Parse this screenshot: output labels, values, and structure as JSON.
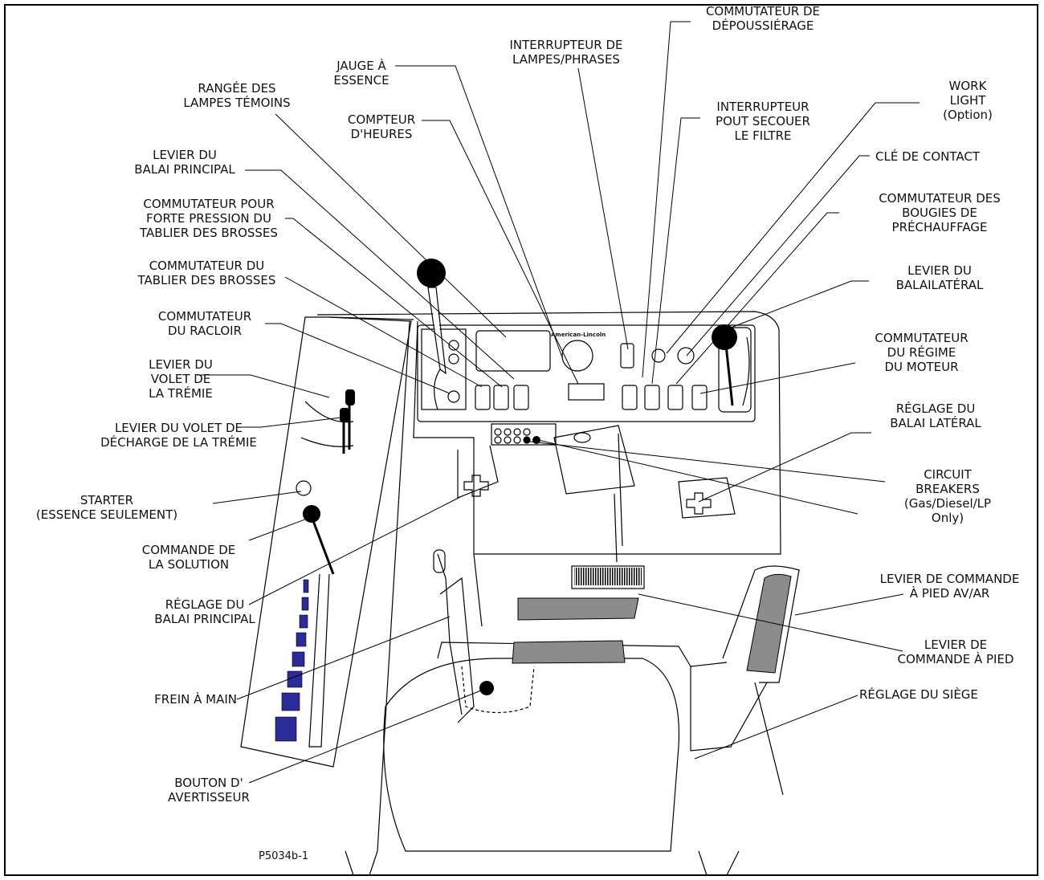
{
  "labels": {
    "depoussierage": [
      "COMMUTATEUR DE",
      "DÉPOUSSIÉRAGE"
    ],
    "lampes_phrases": [
      "INTERRUPTEUR DE",
      "LAMPES/PHRASES"
    ],
    "jauge": [
      "JAUGE À",
      "ESSENCE"
    ],
    "lampes_temoins": [
      "RANGÉE DES",
      "LAMPES TÉMOINS"
    ],
    "compteur": [
      "COMPTEUR",
      "D'HEURES"
    ],
    "work_light": [
      "WORK",
      "LIGHT",
      "(Option)"
    ],
    "secouer_filtre": [
      "INTERRUPTEUR",
      "POUT SECOUER",
      "LE FILTRE"
    ],
    "balai_principal": [
      "LEVIER DU",
      "BALAI PRINCIPAL"
    ],
    "cle_contact": [
      "CLÉ DE CONTACT"
    ],
    "forte_pression": [
      "COMMUTATEUR POUR",
      "FORTE PRESSION DU",
      "TABLIER DES BROSSES"
    ],
    "bougies": [
      "COMMUTATEUR DES",
      "BOUGIES DE",
      "PRÉCHAUFFAGE"
    ],
    "tablier": [
      "COMMUTATEUR DU",
      "TABLIER DES BROSSES"
    ],
    "balai_lateral_levier": [
      "LEVIER DU",
      "BALAILATÉRAL"
    ],
    "racloir": [
      "COMMUTATEUR",
      "DU RACLOIR"
    ],
    "regime": [
      "COMMUTATEUR",
      "DU RÉGIME",
      "DU MOTEUR"
    ],
    "volet": [
      "LEVIER DU",
      "VOLET DE",
      "LA TRÉMIE"
    ],
    "reglage_lateral": [
      "RÉGLAGE DU",
      "BALAI LATÉRAL"
    ],
    "decharge": [
      "LEVIER DU VOLET DE",
      "DÉCHARGE DE LA TRÉMIE"
    ],
    "starter": [
      "STARTER",
      "(ESSENCE SEULEMENT)"
    ],
    "circuit": [
      "CIRCUIT",
      "BREAKERS",
      "(Gas/Diesel/LP",
      "Only)"
    ],
    "solution": [
      "COMMANDE DE",
      "LA SOLUTION"
    ],
    "pied_avar": [
      "LEVIER DE COMMANDE",
      "À PIED AV/AR"
    ],
    "reglage_principal": [
      "RÉGLAGE DU",
      "BALAI PRINCIPAL"
    ],
    "commande_pied": [
      "LEVIER DE",
      "COMMANDE À PIED"
    ],
    "frein": [
      "FREIN À MAIN"
    ],
    "siege": [
      "RÉGLAGE DU SIÈGE"
    ],
    "avertisseur": [
      "BOUTON D'",
      "AVERTISSEUR"
    ]
  },
  "panel_brand": "American-Lincoln",
  "figure_code": "P5034b-1",
  "colors": {
    "line": "#000000",
    "blue": "#2b2b9a",
    "gray": "#8c8c8c",
    "paper": "#ffffff"
  }
}
